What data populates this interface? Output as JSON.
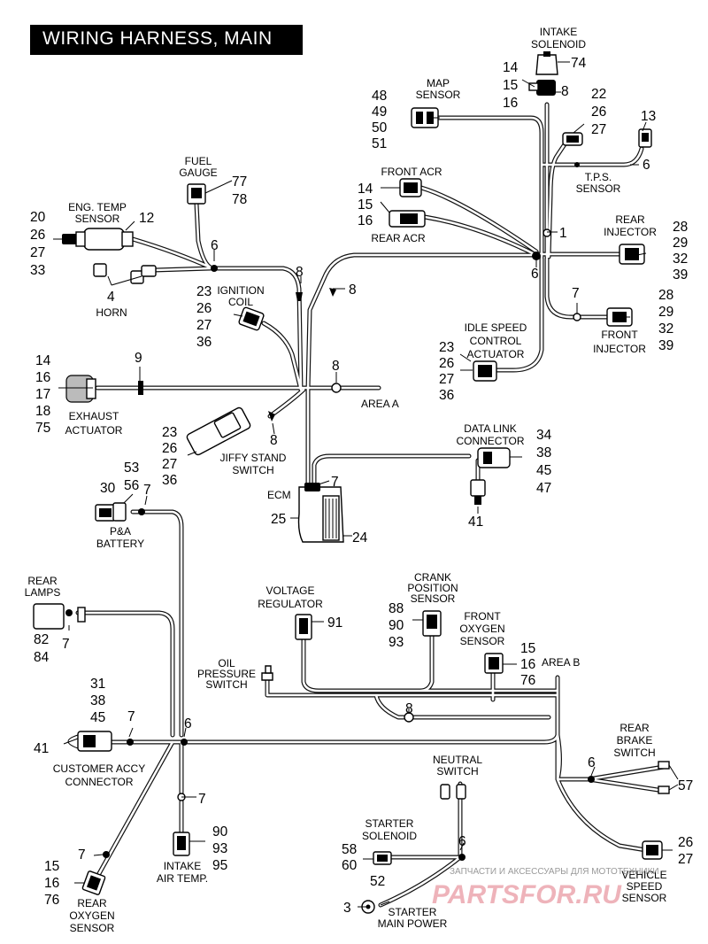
{
  "title": "WIRING HARNESS, MAIN",
  "labels": {
    "intake_solenoid": [
      "INTAKE",
      "SOLENOID"
    ],
    "map_sensor": [
      "MAP",
      "SENSOR"
    ],
    "fuel_gauge": [
      "FUEL",
      "GAUGE"
    ],
    "eng_temp_sensor": [
      "ENG. TEMP",
      "SENSOR"
    ],
    "horn": [
      "HORN"
    ],
    "ignition_coil": [
      "IGNITION",
      "COIL"
    ],
    "front_acr": [
      "FRONT ACR"
    ],
    "rear_acr": [
      "REAR ACR"
    ],
    "tps_sensor": [
      "T.P.S.",
      "SENSOR"
    ],
    "rear_injector": [
      "REAR",
      "INJECTOR"
    ],
    "front_injector": [
      "FRONT",
      "INJECTOR"
    ],
    "idle_speed": [
      "IDLE SPEED",
      "CONTROL",
      "ACTUATOR"
    ],
    "exhaust_actuator": [
      "EXHAUST",
      "ACTUATOR"
    ],
    "area_a": [
      "AREA A"
    ],
    "jiffy_stand": [
      "JIFFY STAND",
      "SWITCH"
    ],
    "data_link": [
      "DATA LINK",
      "CONNECTOR"
    ],
    "ecm": [
      "ECM"
    ],
    "pa_battery": [
      "P&A",
      "BATTERY"
    ],
    "rear_lamps": [
      "REAR",
      "LAMPS"
    ],
    "voltage_regulator": [
      "VOLTAGE",
      "REGULATOR"
    ],
    "crank_position": [
      "CRANK",
      "POSITION",
      "SENSOR"
    ],
    "front_oxygen": [
      "FRONT",
      "OXYGEN",
      "SENSOR"
    ],
    "area_b": [
      "AREA B"
    ],
    "oil_pressure": [
      "OIL",
      "PRESSURE",
      "SWITCH"
    ],
    "customer_accy": [
      "CUSTOMER ACCY",
      "CONNECTOR"
    ],
    "rear_brake": [
      "REAR",
      "BRAKE",
      "SWITCH"
    ],
    "neutral_switch": [
      "NEUTRAL",
      "SWITCH"
    ],
    "starter_solenoid": [
      "STARTER",
      "SOLENOID"
    ],
    "intake_air_temp": [
      "INTAKE",
      "AIR TEMP."
    ],
    "vehicle_speed": [
      "VEHICLE",
      "SPEED",
      "SENSOR"
    ],
    "starter_main_power": [
      "STARTER",
      "MAIN POWER"
    ],
    "rear_oxygen": [
      "REAR",
      "OXYGEN",
      "SENSOR"
    ]
  },
  "callouts": {
    "c74": "74",
    "c14a": "14",
    "c15a": "15",
    "c16a": "16",
    "c8a": "8",
    "c48": "48",
    "c49": "49",
    "c50": "50",
    "c51": "51",
    "c22": "22",
    "c26a": "26",
    "c27a": "27",
    "c13": "13",
    "c6a": "6",
    "c77": "77",
    "c78": "78",
    "c20": "20",
    "c26b": "26",
    "c27b": "27",
    "c33": "33",
    "c12": "12",
    "c6b": "6",
    "c4": "4",
    "c14b": "14",
    "c15b": "15",
    "c16b": "16",
    "c1": "1",
    "c6c": "6",
    "c28a": "28",
    "c29a": "29",
    "c32a": "32",
    "c39a": "39",
    "c8b": "8",
    "c8c": "8",
    "c23a": "23",
    "c26c": "26",
    "c27c": "27",
    "c36a": "36",
    "c7a": "7",
    "c28b": "28",
    "c29b": "29",
    "c32b": "32",
    "c39b": "39",
    "c23b": "23",
    "c26d": "26",
    "c27d": "27",
    "c36b": "36",
    "c14c": "14",
    "c16c": "16",
    "c17": "17",
    "c18": "18",
    "c75": "75",
    "c9": "9",
    "c8d": "8",
    "c23c": "23",
    "c26e": "26",
    "c27e": "27",
    "c36c": "36",
    "c8e": "8",
    "c34": "34",
    "c38a": "38",
    "c45a": "45",
    "c47": "47",
    "c41a": "41",
    "c7b": "7",
    "c25": "25",
    "c24": "24",
    "c53": "53",
    "c30": "30",
    "c56": "56",
    "c7c": "7",
    "c7d": "7",
    "c82": "82",
    "c84": "84",
    "c91": "91",
    "c88": "88",
    "c90a": "90",
    "c93a": "93",
    "c15c": "15",
    "c16d": "16",
    "c76a": "76",
    "c8f": "8",
    "c31": "31",
    "c38b": "38",
    "c45b": "45",
    "c7e": "7",
    "c41b": "41",
    "c6d": "6",
    "c6e": "6",
    "c57": "57",
    "c7f": "7",
    "c6f": "6",
    "c58": "58",
    "c60": "60",
    "c52": "52",
    "c3": "3",
    "c90b": "90",
    "c93b": "93",
    "c95": "95",
    "c26f": "26",
    "c27f": "27",
    "c7g": "7",
    "c15d": "15",
    "c16e": "16",
    "c76b": "76"
  },
  "watermark": {
    "line1": "ЗАПЧАСТИ И АКСЕССУАРЫ ДЛЯ МОТОТЕХНИКИ",
    "brand": "PARTSFOR.RU"
  }
}
